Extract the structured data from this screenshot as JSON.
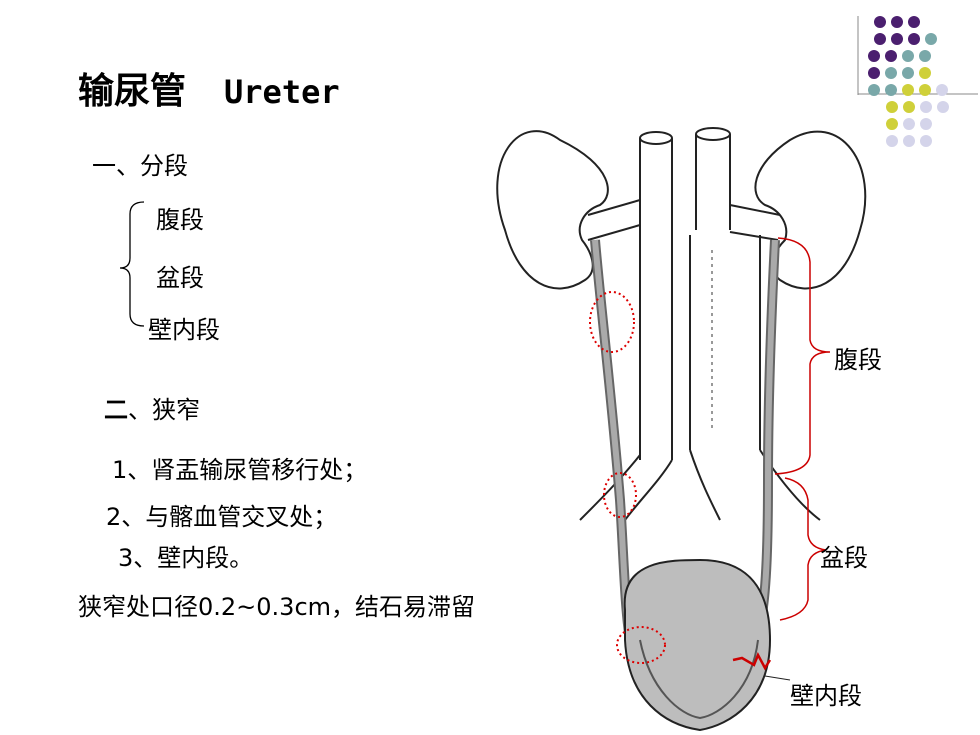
{
  "title": {
    "zh": "输尿管",
    "en": "Ureter"
  },
  "section1": {
    "heading": "一、分段",
    "items": [
      "腹段",
      "盆段",
      "壁内段"
    ]
  },
  "section2": {
    "heading_bold": "二",
    "heading_rest": "、狭窄",
    "items": [
      "1、肾盂输尿管移行处；",
      "2、与髂血管交叉处；",
      "3、壁内段。"
    ],
    "note": "狭窄处口径0.2~0.3cm，结石易滞留"
  },
  "figure_labels": {
    "abdominal": "腹段",
    "pelvic": "盆段",
    "intramural": "壁内段"
  },
  "colors": {
    "purple": "#4b1f6f",
    "teal": "#79a8a9",
    "yellow": "#cfd03a",
    "lavender": "#d4d4ea",
    "bracket_red": "#cc0000"
  }
}
